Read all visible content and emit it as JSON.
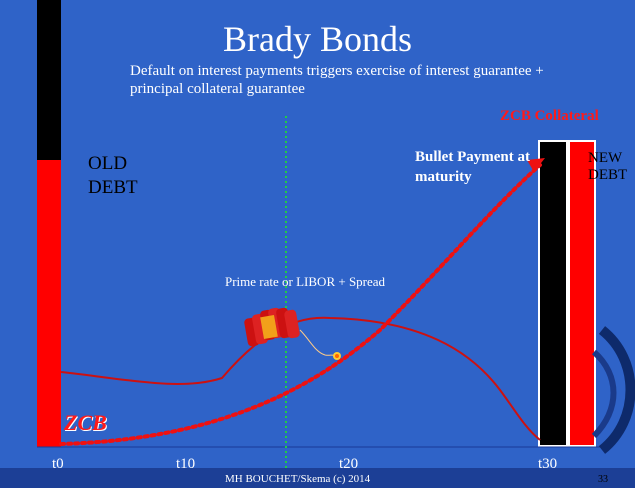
{
  "slide": {
    "title": "Brady Bonds",
    "subtitle": "Default on interest payments triggers exercise of interest guarantee + principal collateral guarantee",
    "zcb_collateral_label": "ZCB Collateral",
    "old_debt_label": "OLD DEBT",
    "new_debt_label": "NEW DEBT",
    "bullet_label": "Bullet Payment at maturity",
    "prime_label": "Prime rate or LIBOR + Spread",
    "zcb_label": "ZCB",
    "ticks": [
      "t0",
      "t10",
      "t20",
      "t30"
    ],
    "footer": "MH BOUCHET/Skema (c) 2014",
    "page_number": "33"
  },
  "colors": {
    "background": "#2f63c8",
    "debt_red": "#ff0000",
    "debt_black": "#000000",
    "guideline": "#22cc44",
    "curve": "#cc1111"
  }
}
